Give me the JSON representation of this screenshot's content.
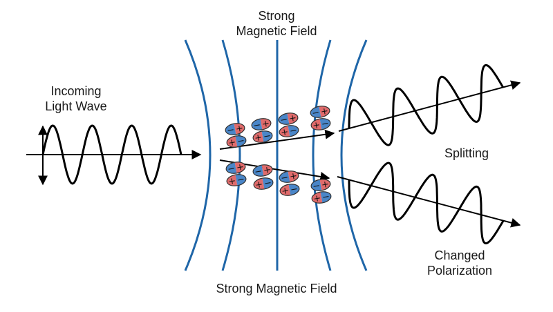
{
  "labels": {
    "top_field": [
      "Strong",
      "Magnetic Field"
    ],
    "bottom_field": "Strong Magnetic Field",
    "incoming": [
      "Incoming",
      "Light Wave"
    ],
    "splitting": "Splitting",
    "changed": [
      "Changed",
      "Polarization"
    ]
  },
  "charges": {
    "positive": "+",
    "negative": "−"
  },
  "colors": {
    "field_line": "#1f66a8",
    "wave": "#000000",
    "particle_positive": "#e06b6b",
    "particle_negative": "#4a86c8"
  }
}
